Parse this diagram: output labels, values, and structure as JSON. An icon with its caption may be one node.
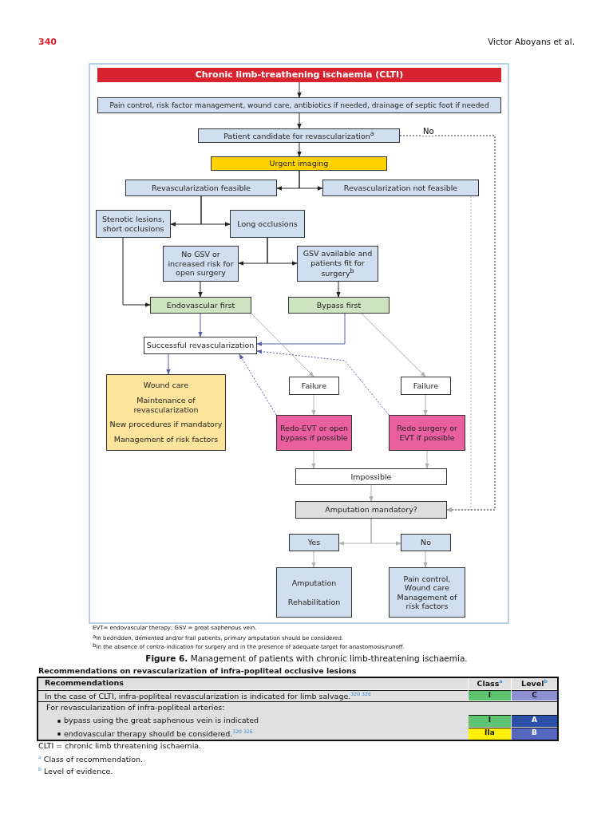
{
  "diagram": {
    "caption": "**Figure 6.** Management of patients with chronic limb-threatening ischaemia.",
    "nodes": [
      {
        "text": [
          "Chronic limb-treathening ischaemia (CLTI)"
        ]
      },
      {
        "text": [
          "Pain control, risk factor management, wound care, antibiotics if needed, drainage of septic foot if needed"
        ]
      },
      {
        "text": [
          "Patient candidate for revascularization$^{a}$"
        ]
      },
      {
        "text": [
          "Urgent imaging"
        ]
      },
      {
        "text": [
          "Revascularization feasible"
        ]
      },
      {
        "text": [
          "Revascularization not feasible"
        ]
      },
      {
        "text": [
          "Stenotic lesions, short occlusions"
        ]
      },
      {
        "text": [
          "Long occlusions"
        ]
      },
      {
        "text": [
          "No GSV or increased risk for open surgery"
        ]
      },
      {
        "text": [
          "GSV available and patients fit for surgery$^{b}$"
        ]
      },
      {
        "text": [
          "Endovascular first"
        ]
      },
      {
        "text": [
          "Bypass first"
        ]
      },
      {
        "text": [
          "Successful revascularization"
        ]
      },
      {
        "text": [
          "Wound care",
          "Maintenance of revascularization",
          "New procedures if mandatory",
          "Management of risk factors"
        ]
      },
      {
        "text": [
          "Failure"
        ]
      },
      {
        "text": [
          "Failure"
        ]
      },
      {
        "text": [
          "Redo-EVT or open bypass if possible"
        ]
      },
      {
        "text": [
          "Redo surgery or EVT if possible"
        ]
      },
      {
        "text": [
          "Impossible"
        ]
      },
      {
        "text": [
          "Amputation mandatory?"
        ]
      },
      {
        "text": [
          "Yes"
        ]
      },
      {
        "text": [
          "No"
        ]
      },
      {
        "text": [
          "Amputation",
          "Rehabilitation"
        ]
      },
      {
        "text": [
          "Pain control, Wound care Management of risk factors"
        ]
      }
    ],
    "edges": [
      {
        "from": 0,
        "to": 1,
        "arrow": "to"
      },
      {
        "from": 1,
        "to": 2,
        "arrow": "to"
      },
      {
        "from": 2,
        "to": 3,
        "arrow": "to"
      },
      {
        "from": 3,
        "to": 4,
        "arrow": "to"
      },
      {
        "from": 3,
        "to": 5,
        "arrow": "to"
      },
      {
        "from": 2,
        "to": 19,
        "arrow": "to",
        "label": "No",
        "style": "dashed"
      },
      {
        "from": 5,
        "to": 19,
        "arrow": "to",
        "style": "dashed",
        "color": "#b0b0b0"
      },
      {
        "from": 4,
        "to": 6,
        "arrow": "to"
      },
      {
        "from": 4,
        "to": 7,
        "arrow": "to"
      },
      {
        "from": 7,
        "to": 8,
        "arrow": "to"
      },
      {
        "from": 7,
        "to": 9,
        "arrow": "to"
      },
      {
        "from": 6,
        "to": 10,
        "arrow": "to"
      },
      {
        "from": 8,
        "to": 10,
        "arrow": "to"
      },
      {
        "from": 9,
        "to": 11,
        "arrow": "to"
      },
      {
        "from": 10,
        "to": 12,
        "arrow": "to",
        "color": "#5a60a8"
      },
      {
        "from": 11,
        "to": 12,
        "arrow": "to",
        "color": "#5a60a8"
      },
      {
        "from": 10,
        "to": 14,
        "arrow": "to",
        "color": "#b0b0b0"
      },
      {
        "from": 11,
        "to": 15,
        "arrow": "to",
        "color": "#b0b0b0"
      },
      {
        "from": 12,
        "to": 13,
        "arrow": "to",
        "color": "#5a60a8"
      },
      {
        "from": 14,
        "to": 16,
        "arrow": "to",
        "color": "#b0b0b0"
      },
      {
        "from": 15,
        "to": 17,
        "arrow": "to",
        "color": "#b0b0b0"
      },
      {
        "from": 16,
        "to": 12,
        "arrow": "to",
        "style": "dashed",
        "color": "#5a60a8"
      },
      {
        "from": 17,
        "to": 12,
        "arrow": "to",
        "style": "dashed",
        "color": "#5a60a8"
      },
      {
        "from": 16,
        "to": 18,
        "arrow": "to",
        "color": "#b0b0b0"
      },
      {
        "from": 17,
        "to": 18,
        "arrow": "to",
        "color": "#b0b0b0"
      },
      {
        "from": 18,
        "to": 19,
        "arrow": "to",
        "color": "#b0b0b0"
      },
      {
        "from": 19,
        "to": 20,
        "arrow": "to",
        "color": "#b0b0b0"
      },
      {
        "from": 19,
        "to": 21,
        "arrow": "to",
        "color": "#b0b0b0"
      },
      {
        "from": 20,
        "to": 22,
        "arrow": "to",
        "color": "#b0b0b0"
      },
      {
        "from": 21,
        "to": 23,
        "arrow": "to",
        "color": "#b0b0b0"
      }
    ],
    "labels": [
      "340",
      "Victor Aboyans et al.",
      "EVT= endovascular therapy; GSV = great saphenous vein.",
      "$^{a}$In bedridden, demented and/or frail patients, primary amputation should be considered.",
      "$^{b}$In the absence of contra-indication for surgery and in the presence of adequate target for anastomosis/runoff.",
      "Recommendations on revascularization of infra-popliteal occlusive lesions",
      "Recommendations",
      "Class$^{a}$",
      "Level$^{b}$",
      "In the case of CLTI, infra-popliteal revascularization is indicated for limb salvage.$^{320 326}$",
      "I",
      "C",
      "For revascularization of infra-popliteal arteries:",
      "bypass using the great saphenous vein is indicated",
      "I",
      "A",
      "endovascular therapy should be considered.$^{320 326}$",
      "IIa",
      "B",
      "CLTI = chronic limb threatening ischaemia.",
      "$^{a}$ Class of recommendation.",
      "$^{b}$ Level of evidence."
    ]
  }
}
